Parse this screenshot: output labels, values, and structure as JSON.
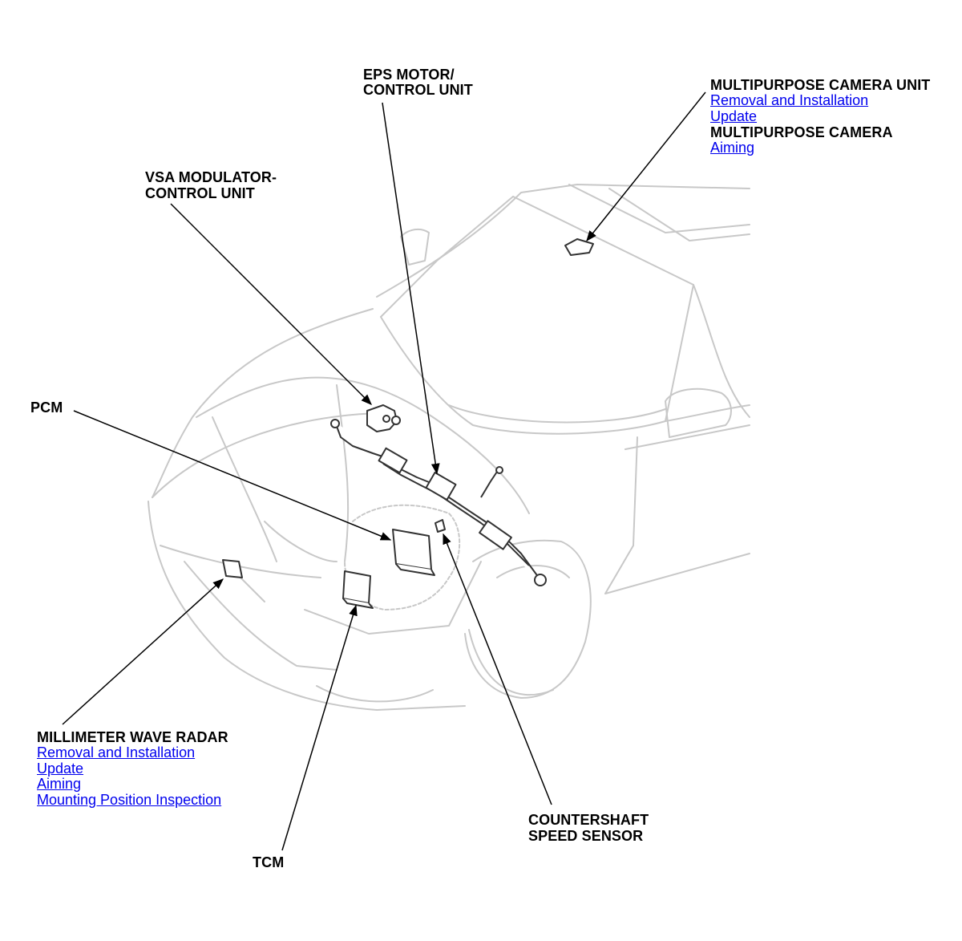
{
  "labels": {
    "eps": [
      "EPS MOTOR/",
      "CONTROL UNIT"
    ],
    "vsa": [
      "VSA MODULATOR-",
      "CONTROL UNIT"
    ],
    "pcm": "PCM",
    "tcm": "TCM",
    "countershaft": [
      "COUNTERSHAFT",
      "SPEED SENSOR"
    ]
  },
  "camera": {
    "title": "MULTIPURPOSE CAMERA UNIT",
    "links": [
      "Removal and Installation",
      "Update"
    ],
    "subtitle": "MULTIPURPOSE CAMERA",
    "sublinks": [
      "Aiming"
    ]
  },
  "radar": {
    "title": "MILLIMETER WAVE RADAR",
    "links": [
      "Removal and Installation",
      "Update",
      "Aiming",
      "Mounting Position Inspection"
    ]
  },
  "colors": {
    "link": "#0000ee",
    "leader": "#000000",
    "car_outline": "#c8c8c8",
    "component": "#333333"
  }
}
